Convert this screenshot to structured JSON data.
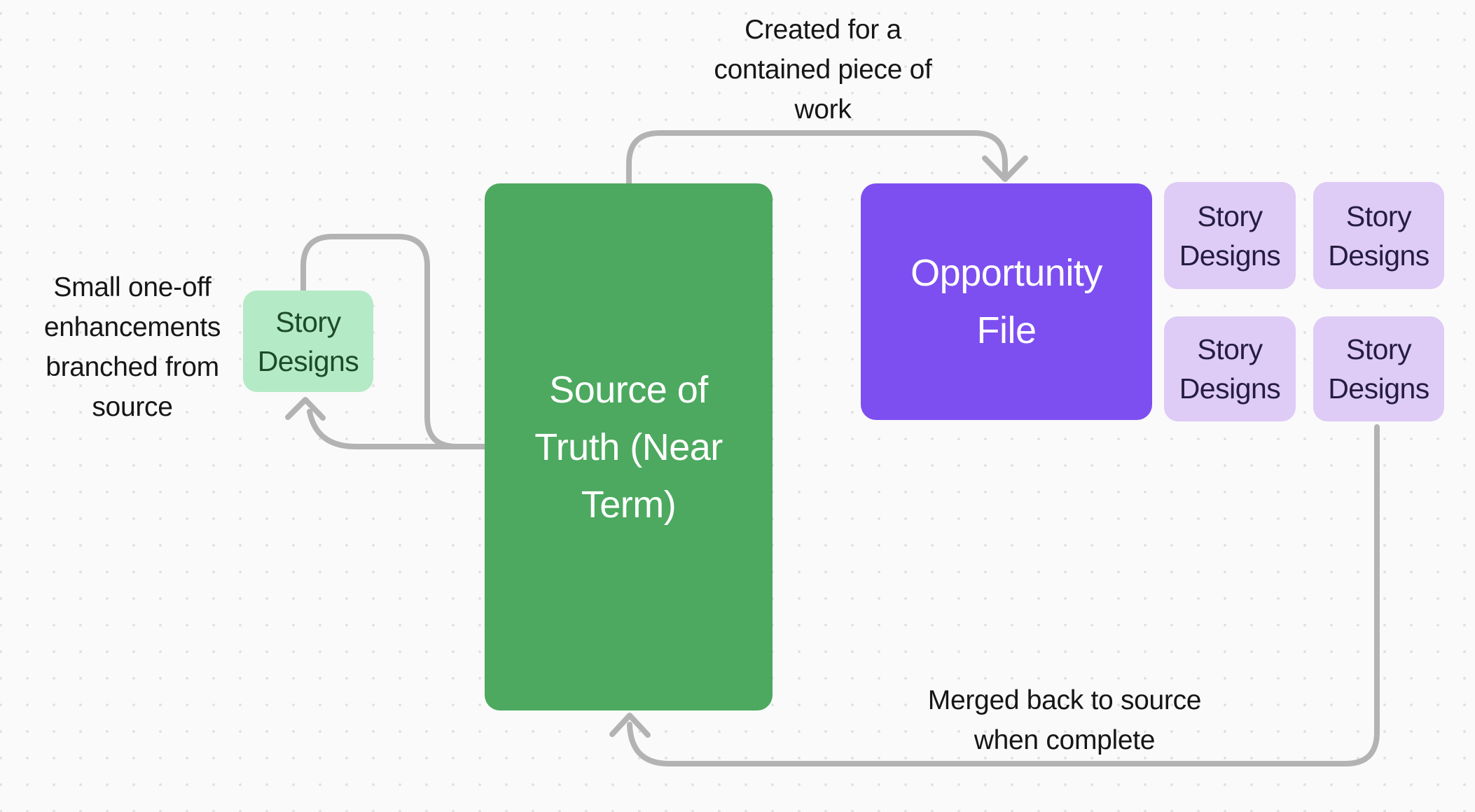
{
  "colors": {
    "background": "#FAFAFA",
    "grid_dot": "#E1E1E1",
    "connector": "#B3B3B3",
    "source_green": "#4CA95F",
    "source_text": "#FFFFFF",
    "opportunity_purple": "#7D4FF0",
    "opportunity_text": "#FFFFFF",
    "story_lavender": "#DECBF6",
    "story_text": "#251D40",
    "branch_mint": "#B5EAC6",
    "branch_text": "#1C4A2B",
    "annotation_text": "#161616"
  },
  "nodes": {
    "source": {
      "label": "Source of\nTruth (Near\nTerm)"
    },
    "opportunity": {
      "label": "Opportunity\nFile"
    },
    "branch_story": {
      "label": "Story\nDesigns"
    },
    "story_grid": [
      {
        "label": "Story\nDesigns"
      },
      {
        "label": "Story\nDesigns"
      },
      {
        "label": "Story\nDesigns"
      },
      {
        "label": "Story\nDesigns"
      }
    ]
  },
  "annotations": {
    "created": "Created for a\ncontained piece of\nwork",
    "branched": "Small one-off\nenhancements\nbranched from\nsource",
    "merged": "Merged back to source\nwhen complete"
  }
}
